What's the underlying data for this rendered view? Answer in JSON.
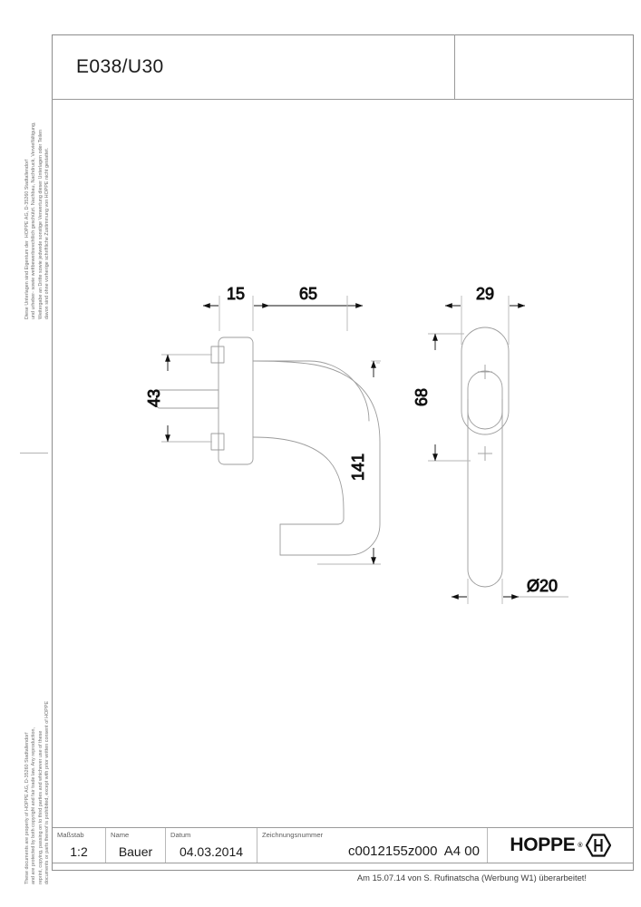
{
  "header": {
    "title": "E038/U30",
    "right_box_text": ""
  },
  "legal": {
    "german": "Diese Unterlagen sind Eigentum der  HOPPE AG, D-35260 Stadtallendorf\nund urheber- sowie wettbewerbsrechtlich geschützt. Nachbau, Nachdruck, Vervielfältigung,\nWeitergabe an Dritte sowie jedwede sonstige Verwertung dieser Unterlagen oder Teilen\ndavon sind ohne vorherige schriftliche Zustimmung von HOPPE nicht gestattet.",
    "english": "These documents are property of HOPPE AG, D-35260 Stadtallendorf\nand are protected by both copyright and fair trade law. Any reproduction,\nreprint, copying, passing on to third parties and whichever use of these\ndocuments or parts thereof is prohibited, except with prior written consent of HOPPE"
  },
  "drawing": {
    "dimensions": {
      "plate_thickness": "15",
      "projection": "65",
      "screw_spacing": "43",
      "handle_length": "141",
      "rosette_width": "29",
      "rosette_height": "68",
      "bar_diameter": "Ø20"
    }
  },
  "title_block": {
    "scale_label": "Maßstab",
    "scale_value": "1:2",
    "name_label": "Name",
    "name_value": "Bauer",
    "date_label": "Datum",
    "date_value": "04.03.2014",
    "drawing_no_label": "Zeichnungsnummer",
    "drawing_no_value": "c0012155z000",
    "format_value": "A4 00",
    "logo_text": "HOPPE"
  },
  "footnote": {
    "text": "Am 15.07.14 von S. Rufinatscha (Werbung W1) überarbeitet!"
  }
}
